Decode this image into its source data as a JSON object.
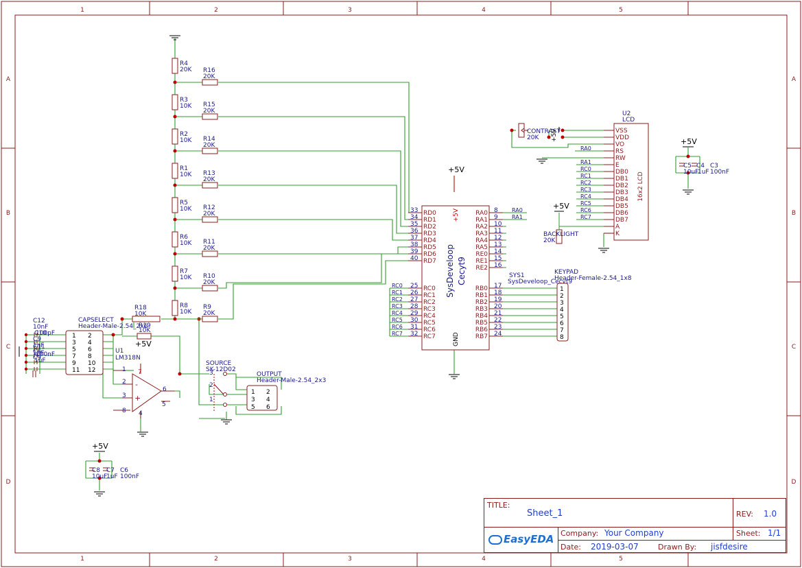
{
  "colors": {
    "frame": "#8b1a1a",
    "wire": "#2e9e2e",
    "part": "#8b1a1a",
    "pin_text": "#8b1a1a",
    "label_text": "#1a1a8c",
    "blue_text": "#1f3ed1",
    "ground": "#000000",
    "junction": "#c00000",
    "source_dashed": "#c00000"
  },
  "frame": {
    "columns": [
      "1",
      "2",
      "3",
      "4",
      "5"
    ],
    "rows": [
      "A",
      "B",
      "C",
      "D"
    ]
  },
  "title_block": {
    "title_label": "TITLE:",
    "title": "Sheet_1",
    "rev_label": "REV:",
    "rev": "1.0",
    "company_label": "Company:",
    "company": "Your Company",
    "sheet_label": "Sheet:",
    "sheet": "1/1",
    "date_label": "Date:",
    "date": "2019-03-07",
    "drawn_label": "Drawn By:",
    "drawn": "jisfdesire",
    "logo": "EasyEDA"
  },
  "ladder": {
    "vertical": [
      {
        "ref": "R4",
        "value": "20K"
      },
      {
        "ref": "R3",
        "value": "10K"
      },
      {
        "ref": "R2",
        "value": "10K"
      },
      {
        "ref": "R1",
        "value": "10K"
      },
      {
        "ref": "R5",
        "value": "10K"
      },
      {
        "ref": "R6",
        "value": "10K"
      },
      {
        "ref": "R7",
        "value": "10K"
      },
      {
        "ref": "R8",
        "value": "10K"
      }
    ],
    "horizontal": [
      {
        "ref": "R16",
        "value": "20K"
      },
      {
        "ref": "R15",
        "value": "20K"
      },
      {
        "ref": "R14",
        "value": "20K"
      },
      {
        "ref": "R13",
        "value": "20K"
      },
      {
        "ref": "R12",
        "value": "20K"
      },
      {
        "ref": "R11",
        "value": "20K"
      },
      {
        "ref": "R10",
        "value": "20K"
      },
      {
        "ref": "R9",
        "value": "20K"
      }
    ]
  },
  "mcu": {
    "name": "SysDeveloop",
    "sub": "Cecyt9",
    "power": "+5V",
    "power_inside": "+5V",
    "gnd": "GND",
    "left_top": [
      {
        "num": "33",
        "name": "RD0"
      },
      {
        "num": "34",
        "name": "RD1"
      },
      {
        "num": "35",
        "name": "RD2"
      },
      {
        "num": "36",
        "name": "RD3"
      },
      {
        "num": "37",
        "name": "RD4"
      },
      {
        "num": "38",
        "name": "RD5"
      },
      {
        "num": "39",
        "name": "RD6"
      },
      {
        "num": "40",
        "name": "RD7"
      }
    ],
    "left_bottom": [
      {
        "num": "25",
        "name": "RC0",
        "net": "RC0"
      },
      {
        "num": "26",
        "name": "RC1",
        "net": "RC1"
      },
      {
        "num": "27",
        "name": "RC2",
        "net": "RC2"
      },
      {
        "num": "28",
        "name": "RC3",
        "net": "RC3"
      },
      {
        "num": "29",
        "name": "RC4",
        "net": "RC4"
      },
      {
        "num": "30",
        "name": "RC5",
        "net": "RC5"
      },
      {
        "num": "31",
        "name": "RC6",
        "net": "RC6"
      },
      {
        "num": "32",
        "name": "RC7",
        "net": "RC7"
      }
    ],
    "right_top": [
      {
        "num": "8",
        "name": "RA0",
        "net": "RA0"
      },
      {
        "num": "9",
        "name": "RA1",
        "net": "RA1"
      },
      {
        "num": "10",
        "name": "RA2",
        "net": ""
      },
      {
        "num": "11",
        "name": "RA3",
        "net": ""
      },
      {
        "num": "12",
        "name": "RA4",
        "net": ""
      },
      {
        "num": "13",
        "name": "RA5",
        "net": ""
      },
      {
        "num": "14",
        "name": "RE0",
        "net": ""
      },
      {
        "num": "15",
        "name": "RE1",
        "net": ""
      },
      {
        "num": "16",
        "name": "RE2",
        "net": ""
      }
    ],
    "right_bottom": [
      {
        "num": "17",
        "name": "RB0"
      },
      {
        "num": "18",
        "name": "RB1"
      },
      {
        "num": "19",
        "name": "RB2"
      },
      {
        "num": "20",
        "name": "RB3"
      },
      {
        "num": "21",
        "name": "RB4"
      },
      {
        "num": "22",
        "name": "RB5"
      },
      {
        "num": "23",
        "name": "RB6"
      },
      {
        "num": "24",
        "name": "RB7"
      }
    ]
  },
  "keypad": {
    "ref": "SYS1",
    "part": "SysDeveloop_Cecyt9",
    "title": "KEYPAD",
    "header": "Header-Female-2.54_1x8",
    "pins": [
      "1",
      "2",
      "3",
      "4",
      "5",
      "6",
      "7",
      "8"
    ]
  },
  "lcd": {
    "ref": "U2",
    "name": "LCD",
    "body": "16x2 LCD",
    "pins": [
      {
        "name": "VSS",
        "net": ""
      },
      {
        "name": "VDD",
        "net": ""
      },
      {
        "name": "VO",
        "net": ""
      },
      {
        "name": "RS",
        "net": "RA0"
      },
      {
        "name": "RW",
        "net": ""
      },
      {
        "name": "E",
        "net": "RA1"
      },
      {
        "name": "DB0",
        "net": "RC0"
      },
      {
        "name": "DB1",
        "net": "RC1"
      },
      {
        "name": "DB2",
        "net": "RC2"
      },
      {
        "name": "DB3",
        "net": "RC3"
      },
      {
        "name": "DB4",
        "net": "RC4"
      },
      {
        "name": "DB5",
        "net": "RC5"
      },
      {
        "name": "DB6",
        "net": "RC6"
      },
      {
        "name": "DB7",
        "net": "RC7"
      },
      {
        "name": "A",
        "net": ""
      },
      {
        "name": "K",
        "net": ""
      }
    ],
    "contrast_ref": "CONTRAST",
    "contrast_val": "20K",
    "contrast_pwr": "+5V",
    "backlight_ref": "BACKLIGHT",
    "backlight_val": "20K",
    "backlight_pwr": "+5V"
  },
  "caps_right": {
    "power": "+5V",
    "c5": "C5",
    "c4": "C4",
    "c3": "C3",
    "v1": "10uF",
    "v2": "1uF",
    "v3": "100nF"
  },
  "caps_bottom": {
    "power": "+5V",
    "c8": "C8",
    "c7": "C7",
    "c6": "C6",
    "v1": "10uF",
    "v2": "1uF",
    "v3": "100nF"
  },
  "capselect": {
    "ref": "CAPSELECT",
    "header": "Header-Male-2.54_2x6",
    "left_pins": [
      "1",
      "3",
      "5",
      "7",
      "9",
      "11"
    ],
    "right_pins": [
      "2",
      "4",
      "6",
      "8",
      "10",
      "12"
    ],
    "cap_labels": [
      "C12",
      "10nF",
      "C10",
      "100pF",
      "C9",
      "1nF",
      "C11",
      "C6",
      "1nF",
      "C9",
      "100nF",
      "1uF"
    ]
  },
  "opamp": {
    "ref": "U1",
    "part": "LM318N",
    "pwr": "+5V",
    "pins": {
      "p1": "1",
      "p2": "2",
      "p3": "3",
      "p4": "4",
      "p5": "5",
      "p6": "6",
      "p7": "7",
      "p8": "8"
    },
    "r18": "R18",
    "r18v": "10K",
    "r19": "R19",
    "r19v": "10K",
    "minus": "-",
    "plus": "+"
  },
  "source": {
    "ref": "SOURCE",
    "part": "SK-12D02",
    "pins": [
      "3",
      "2",
      "1"
    ]
  },
  "output": {
    "ref": "OUTPUT",
    "header": "Header-Male-2.54_2x3",
    "left_pins": [
      "1",
      "3",
      "5"
    ],
    "right_pins": [
      "2",
      "4",
      "6"
    ]
  }
}
